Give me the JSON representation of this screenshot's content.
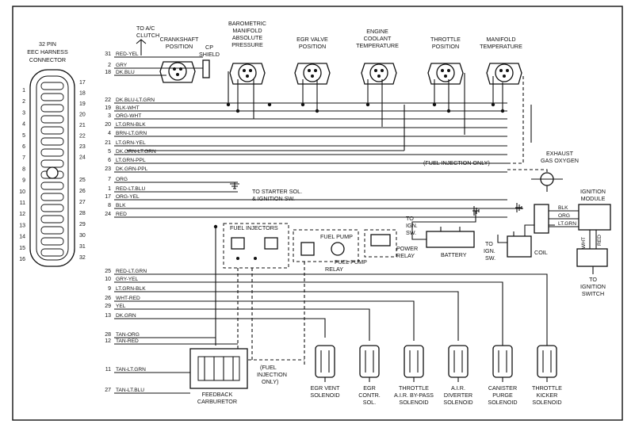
{
  "connector": {
    "title": [
      "32 PIN",
      "EEC HARNESS",
      "CONNECTOR"
    ],
    "left_pins": [
      "1",
      "2",
      "3",
      "4",
      "5",
      "6",
      "7",
      "8",
      "9",
      "10",
      "11",
      "12",
      "13",
      "14",
      "15",
      "16"
    ],
    "right_pins": [
      "17",
      "18",
      "19",
      "20",
      "21",
      "22",
      "23",
      "24",
      "25",
      "26",
      "27",
      "28",
      "29",
      "30",
      "31",
      "32"
    ]
  },
  "sensors": [
    {
      "id": "crank",
      "lines": [
        "CRANKSHAFT",
        "POSITION"
      ]
    },
    {
      "id": "baro",
      "lines": [
        "BAROMETRIC",
        "MANIFOLD",
        "ABSOLUTE",
        "PRESSURE"
      ]
    },
    {
      "id": "egrpos",
      "lines": [
        "EGR VALVE",
        "POSITION"
      ]
    },
    {
      "id": "ect",
      "lines": [
        "ENGINE",
        "COOLANT",
        "TEMPERATURE"
      ]
    },
    {
      "id": "tps",
      "lines": [
        "THROTTLE",
        "POSITION"
      ]
    },
    {
      "id": "mat",
      "lines": [
        "MANIFOLD",
        "TEMPERATURE"
      ]
    }
  ],
  "labels": {
    "ac_clutch": [
      "TO A/C",
      "CLUTCH"
    ],
    "cp_shield": [
      "CP",
      "SHIELD"
    ],
    "exhaust": [
      "EXHAUST",
      "GAS OXYGEN"
    ],
    "fuel_inj_only": "(FUEL INJECTION ONLY)",
    "starter": [
      "TO STARTER SOL.",
      "& IGNITION SW."
    ],
    "fuel_injectors": "FUEL INJECTORS",
    "fuel_pump": "FUEL PUMP",
    "fuel_pump_relay": [
      "FUEL PUMP",
      "RELAY"
    ],
    "to_ign_sw": [
      "TO",
      "IGN.",
      "SW."
    ],
    "power_relay": [
      "POWER",
      "RELAY"
    ],
    "battery": "BATTERY",
    "to_ign_sw2": [
      "TO",
      "IGN.",
      "SW."
    ],
    "coil": "COIL",
    "ignition_module": [
      "IGNITION",
      "MODULE"
    ],
    "module_wires": [
      "BLK",
      "ORG",
      "LT.GRN"
    ],
    "module_vert": [
      "WHT",
      "RED"
    ],
    "to_ignition_switch": [
      "TO",
      "IGNITION",
      "SWITCH"
    ],
    "fuel_inj_only2": [
      "(FUEL",
      "INJECTION",
      "ONLY)"
    ],
    "feedback": [
      "FEEDBACK",
      "CARBURETOR"
    ]
  },
  "top_wires": [
    {
      "pin": "31",
      "color": "RED-YEL"
    },
    {
      "pin": "2",
      "color": "GRY"
    },
    {
      "pin": "18",
      "color": "DK.BLU"
    },
    {
      "pin": "22",
      "color": "DK.BLU-LT.GRN"
    },
    {
      "pin": "19",
      "color": "BLK-WHT"
    },
    {
      "pin": "3",
      "color": "ORG-WHT"
    },
    {
      "pin": "20",
      "color": "LT.GRN-BLK"
    },
    {
      "pin": "4",
      "color": "BRN-LT.GRN"
    },
    {
      "pin": "21",
      "color": "LT.GRN-YEL"
    },
    {
      "pin": "5",
      "color": "DK.GRN-LT.GRN"
    },
    {
      "pin": "6",
      "color": "LT.GRN-PPL"
    },
    {
      "pin": "23",
      "color": "DK.GRN-PPL"
    },
    {
      "pin": "7",
      "color": "ORG"
    },
    {
      "pin": "1",
      "color": "RED-LT.BLU"
    },
    {
      "pin": "17",
      "color": "ORG-YEL"
    },
    {
      "pin": "8",
      "color": "BLK"
    },
    {
      "pin": "24",
      "color": "RED"
    }
  ],
  "bottom_wires": [
    {
      "pin": "25",
      "color": "RED-LT.GRN"
    },
    {
      "pin": "10",
      "color": "GRY-YEL"
    },
    {
      "pin": "9",
      "color": "LT.GRN-BLK"
    },
    {
      "pin": "26",
      "color": "WHT-RED"
    },
    {
      "pin": "29",
      "color": "YEL"
    },
    {
      "pin": "13",
      "color": "DK.GRN"
    },
    {
      "pin": "28",
      "color": "TAN-ORG"
    },
    {
      "pin": "12",
      "color": "TAN-RED"
    },
    {
      "pin": "11",
      "color": "TAN-LT.GRN"
    },
    {
      "pin": "27",
      "color": "TAN-LT.BLU"
    }
  ],
  "solenoids": [
    {
      "id": "egrvent",
      "lines": [
        "EGR VENT",
        "SOLENOID"
      ]
    },
    {
      "id": "egrcontr",
      "lines": [
        "EGR",
        "CONTR.",
        "SOL."
      ]
    },
    {
      "id": "bypass",
      "lines": [
        "THROTTLE",
        "A.I.R. BY-PASS",
        "SOLENOID"
      ]
    },
    {
      "id": "diverter",
      "lines": [
        "A.I.R.",
        "DIVERTER",
        "SOLENOID"
      ]
    },
    {
      "id": "canister",
      "lines": [
        "CANISTER",
        "PURGE",
        "SOLENOID"
      ]
    },
    {
      "id": "kicker",
      "lines": [
        "THROTTLE",
        "KICKER",
        "SOLENOID"
      ]
    }
  ]
}
